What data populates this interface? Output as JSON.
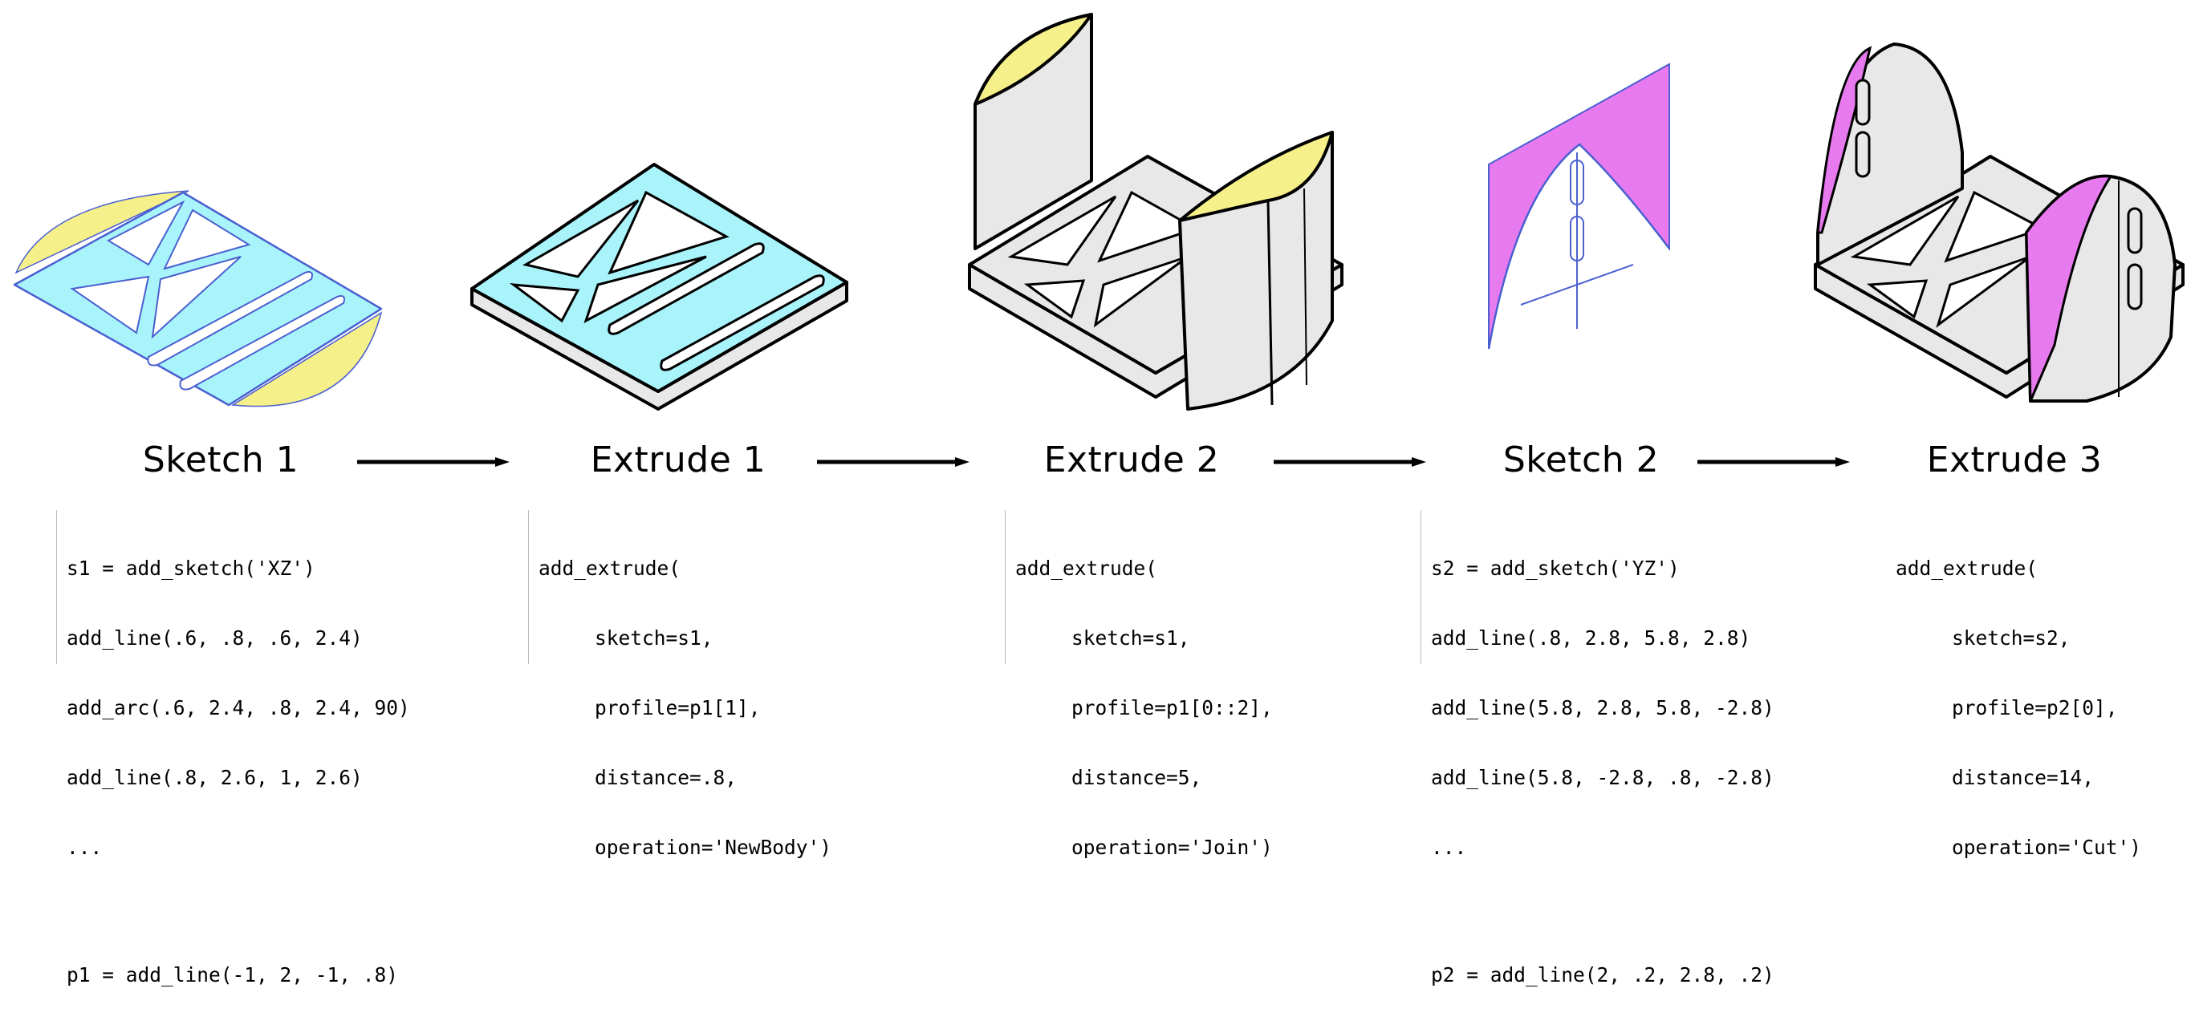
{
  "colors": {
    "sketch_fill": "#a9f4fb",
    "sketch_stroke": "#4a5fd0",
    "yellow": "#f5f08a",
    "magenta": "#e87af0",
    "body_fill": "#e8e8e8",
    "outline": "#000000",
    "var_color": "#3a49b8",
    "num_color": "#9c2a2a",
    "kw_color": "#7a5a1a"
  },
  "steps": [
    {
      "title": "Sketch 1"
    },
    {
      "title": "Extrude 1"
    },
    {
      "title": "Extrude 2"
    },
    {
      "title": "Sketch 2"
    },
    {
      "title": "Extrude 3"
    }
  ],
  "code": {
    "sketch1": [
      "s1 = add_sketch('XZ')",
      "add_line(.6, .8, .6, 2.4)",
      "add_arc(.6, 2.4, .8, 2.4, 90)",
      "add_line(.8, 2.6, 1, 2.6)",
      "...",
      "p1 = add_line(-1, 2, -1, .8)"
    ],
    "extrude1": [
      "add_extrude(",
      "sketch=s1,",
      "profile=p1[1],",
      "distance=.8,",
      "operation='NewBody')"
    ],
    "extrude2": [
      "add_extrude(",
      "sketch=s1,",
      "profile=p1[0::2],",
      "distance=5,",
      "operation='Join')"
    ],
    "sketch2": [
      "s2 = add_sketch('YZ')",
      "add_line(.8, 2.8, 5.8, 2.8)",
      "add_line(5.8, 2.8, 5.8, -2.8)",
      "add_line(5.8, -2.8, .8, -2.8)",
      "...",
      "p2 = add_line(2, .2, 2.8, .2)"
    ],
    "extrude3": [
      "add_extrude(",
      "sketch=s2,",
      "profile=p2[0],",
      "distance=14,",
      "operation='Cut')"
    ]
  }
}
